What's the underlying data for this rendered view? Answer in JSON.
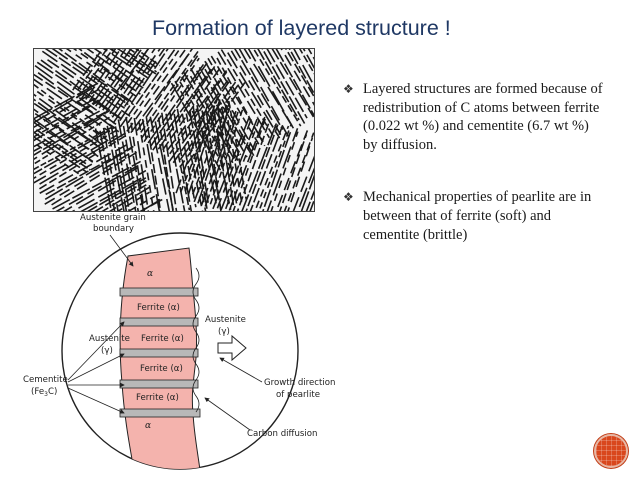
{
  "slide": {
    "title": "Formation of layered structure !"
  },
  "bullets": [
    {
      "icon": "diamond-bullet-icon",
      "text": "Layered structures are  formed because of  redistribution of C atoms  between ferrite (0.022 wt %)  and cementite (6.7 wt %) by diffusion."
    },
    {
      "icon": "diamond-bullet-icon",
      "text": "Mechanical properties of pearlite are in between that  of ferrite (soft) and  cementite (brittle)"
    }
  ],
  "diagram": {
    "labels": {
      "austenite_grain_1": "Austenite grain",
      "austenite_grain_2": "boundary",
      "alpha_top": "α",
      "alpha_bottom": "α",
      "ferrite_1": "Ferrite (α)",
      "ferrite_2": "Ferrite (α)",
      "ferrite_3": "Ferrite (α)",
      "ferrite_4": "Ferrite (α)",
      "austenite_left_1": "Austenite",
      "austenite_left_2": "(γ)",
      "austenite_right_1": "Austenite",
      "austenite_right_2": "(γ)",
      "cementite_1": "Cementite",
      "cementite_2": "(Fe",
      "cementite_sub": "3",
      "cementite_3": "C)",
      "growth_1": "Growth direction",
      "growth_2": "of pearlite",
      "carbon": "Carbon diffusion"
    },
    "colors": {
      "ferrite": "#f4b3ad",
      "cementite": "#b8b8b8",
      "outline": "#222222"
    }
  },
  "theme": {
    "title_color": "#1f3864",
    "nav_button_color": "#d9471d"
  }
}
